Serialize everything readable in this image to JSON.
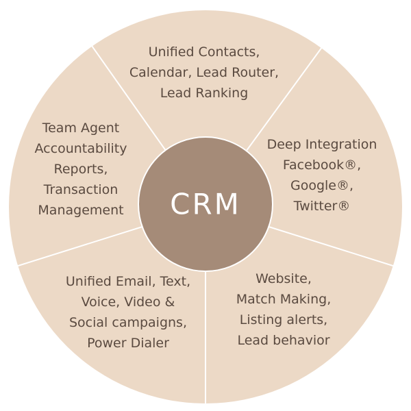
{
  "center": {
    "label": "CRM"
  },
  "segments": [
    {
      "id": "top",
      "lines": [
        "Unified Contacts,",
        "Calendar, Lead Router,",
        "Lead Ranking"
      ]
    },
    {
      "id": "right",
      "lines": [
        "Deep Integration",
        "Facebook®,",
        "Google®,",
        "Twitter®"
      ]
    },
    {
      "id": "bottom-right",
      "lines": [
        "Website,",
        "Match Making,",
        "Listing alerts,",
        "Lead behavior"
      ]
    },
    {
      "id": "bottom-left",
      "lines": [
        "Unified Email, Text,",
        "Voice, Video &",
        "Social campaigns,",
        "Power Dialer"
      ]
    },
    {
      "id": "left",
      "lines": [
        "Team Agent",
        "Accountability",
        "Reports,",
        "Transaction",
        "Management"
      ]
    }
  ],
  "colors": {
    "ring": "#ecd9c6",
    "center": "#a58b78",
    "divider": "#ffffff",
    "text": "#5a4a40"
  }
}
